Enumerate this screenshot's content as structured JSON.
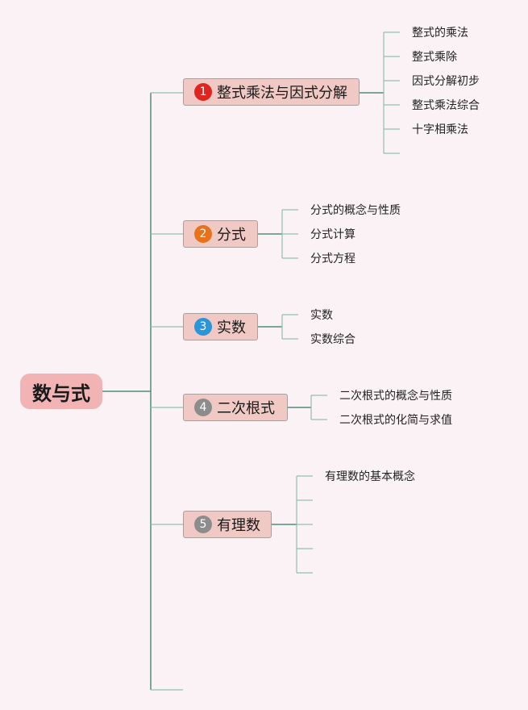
{
  "root": {
    "label": "数与式"
  },
  "branches": [
    {
      "number": "1",
      "label": "整式乘法与因式分解",
      "color": "#e02420",
      "leaves": [
        "整式的乘法",
        "整式乘除",
        "因式分解初步",
        "整式乘法综合",
        "十字相乘法"
      ]
    },
    {
      "number": "2",
      "label": "分式",
      "color": "#e8721c",
      "leaves": [
        "分式的概念与性质",
        "分式计算",
        "分式方程"
      ]
    },
    {
      "number": "3",
      "label": "实数",
      "color": "#2a95d8",
      "leaves": [
        "实数",
        "实数综合"
      ]
    },
    {
      "number": "4",
      "label": "二次根式",
      "color": "#8c8c8c",
      "leaves": [
        "二次根式的概念与性质",
        "二次根式的化简与求值"
      ]
    },
    {
      "number": "5",
      "label": "有理数",
      "color": "#8c8c8c",
      "leaves": [
        "有理数的基本概念"
      ]
    }
  ],
  "colors": {
    "line_main": "#4f8e7c",
    "line_leaf": "#93bfb3"
  }
}
